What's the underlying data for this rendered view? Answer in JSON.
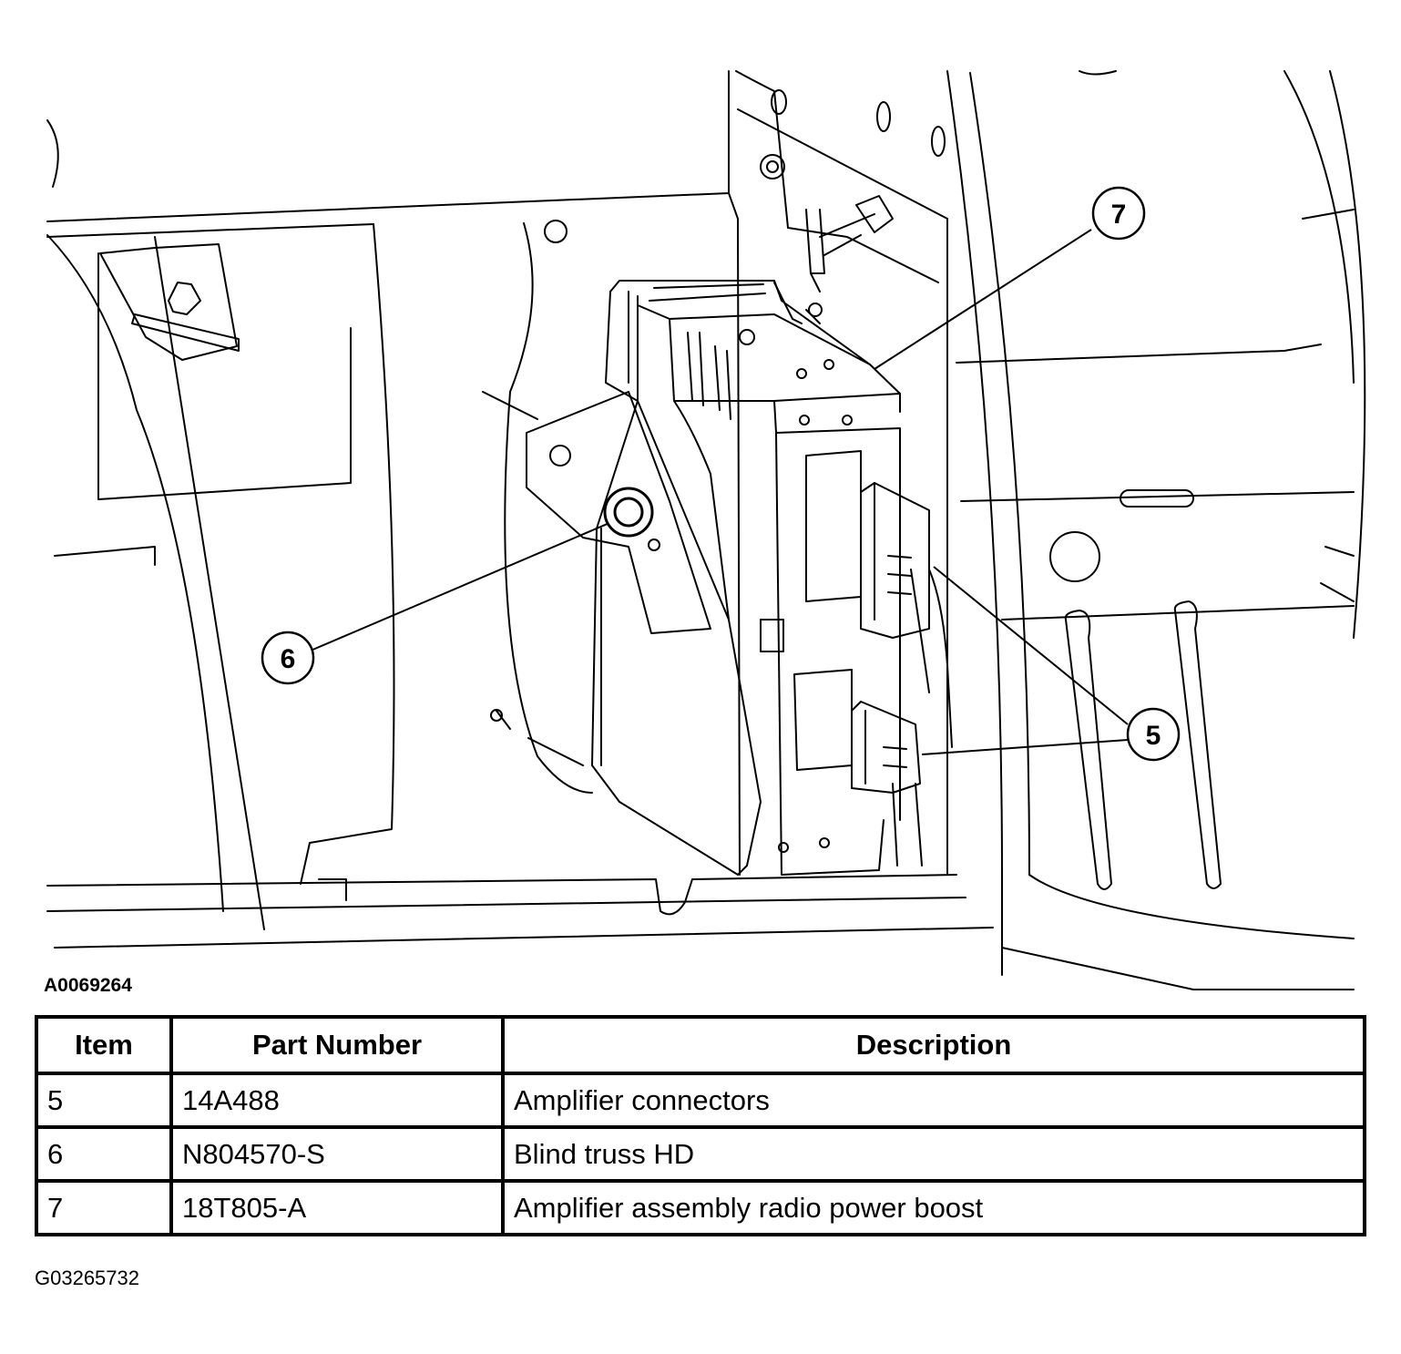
{
  "figure": {
    "id_top": "A0069264",
    "id_bottom": "G03265732",
    "callouts": [
      {
        "item": "7",
        "target": "amplifier-assembly"
      },
      {
        "item": "6",
        "target": "blind-truss-nut"
      },
      {
        "item": "5",
        "target": "amplifier-connectors"
      }
    ]
  },
  "legend": {
    "headers": {
      "item": "Item",
      "part_number": "Part Number",
      "description": "Description"
    },
    "rows": [
      {
        "item": "5",
        "part_number": "14A488",
        "description": "Amplifier connectors"
      },
      {
        "item": "6",
        "part_number": "N804570-S",
        "description": "Blind truss HD"
      },
      {
        "item": "7",
        "part_number": "18T805-A",
        "description": "Amplifier assembly radio power boost"
      }
    ]
  }
}
